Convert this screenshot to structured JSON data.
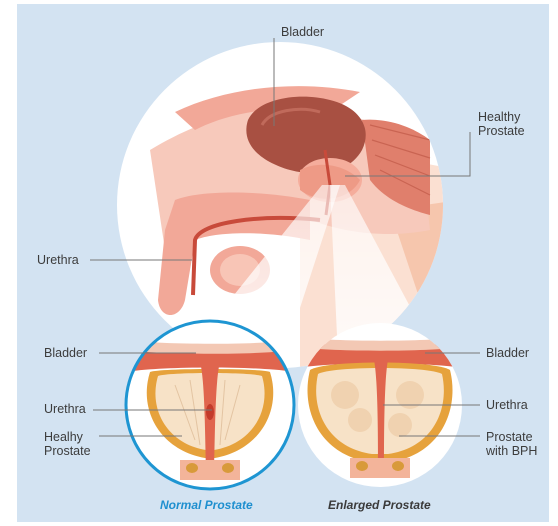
{
  "labels": {
    "top_bladder": "Bladder",
    "top_prostate": "Healthy\nProstate",
    "top_urethra": "Urethra",
    "left_bladder": "Bladder",
    "left_urethra": "Urethra",
    "left_prostate": "Healhy\nProstate",
    "right_bladder": "Bladder",
    "right_urethra": "Urethra",
    "right_prostate": "Prostate\nwith BPH"
  },
  "captions": {
    "normal": "Normal Prostate",
    "enlarged": "Enlarged Prostate"
  },
  "colors": {
    "background": "#d3e3f2",
    "normal_caption": "#1e8fcf",
    "enlarged_caption": "#3a3a3a",
    "normal_ring": "#1e95d2",
    "bladder": "#a85042",
    "tissue": "#f2a898"
  }
}
